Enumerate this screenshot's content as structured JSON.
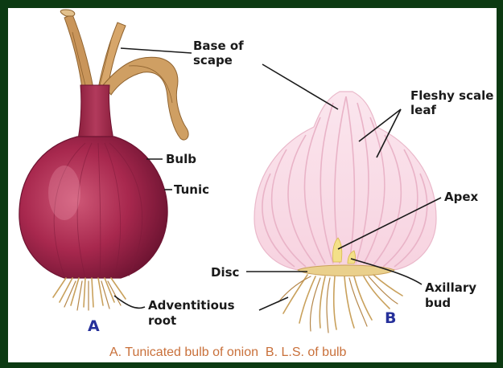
{
  "figure_a": {
    "part_letter": "A",
    "labels": {
      "base_of_scape_line1": "Base of",
      "base_of_scape_line2": "scape",
      "bulb": "Bulb",
      "tunic": "Tunic",
      "adventitious_root_line1": "Adventitious",
      "adventitious_root_line2": "root"
    }
  },
  "figure_b": {
    "part_letter": "B",
    "labels": {
      "fleshy_scale_leaf_line1": "Fleshy scale",
      "fleshy_scale_leaf_line2": "leaf",
      "apex": "Apex",
      "disc": "Disc",
      "axillary_bud_line1": "Axillary",
      "axillary_bud_line2": "bud"
    }
  },
  "caption": "A. Tunicated bulb of onion  B. L.S. of bulb",
  "colors": {
    "outer_background": "#0c3a12",
    "onion_skin": "#a8284e",
    "onion_highlight": "#cf5877",
    "scape_fibers": "#c9955a",
    "section_fill": "#fbe1ea",
    "section_lines": "#e9b3c7",
    "roots": "#c9a15c",
    "part_letters": "#26309a",
    "caption": "#c9703a"
  }
}
